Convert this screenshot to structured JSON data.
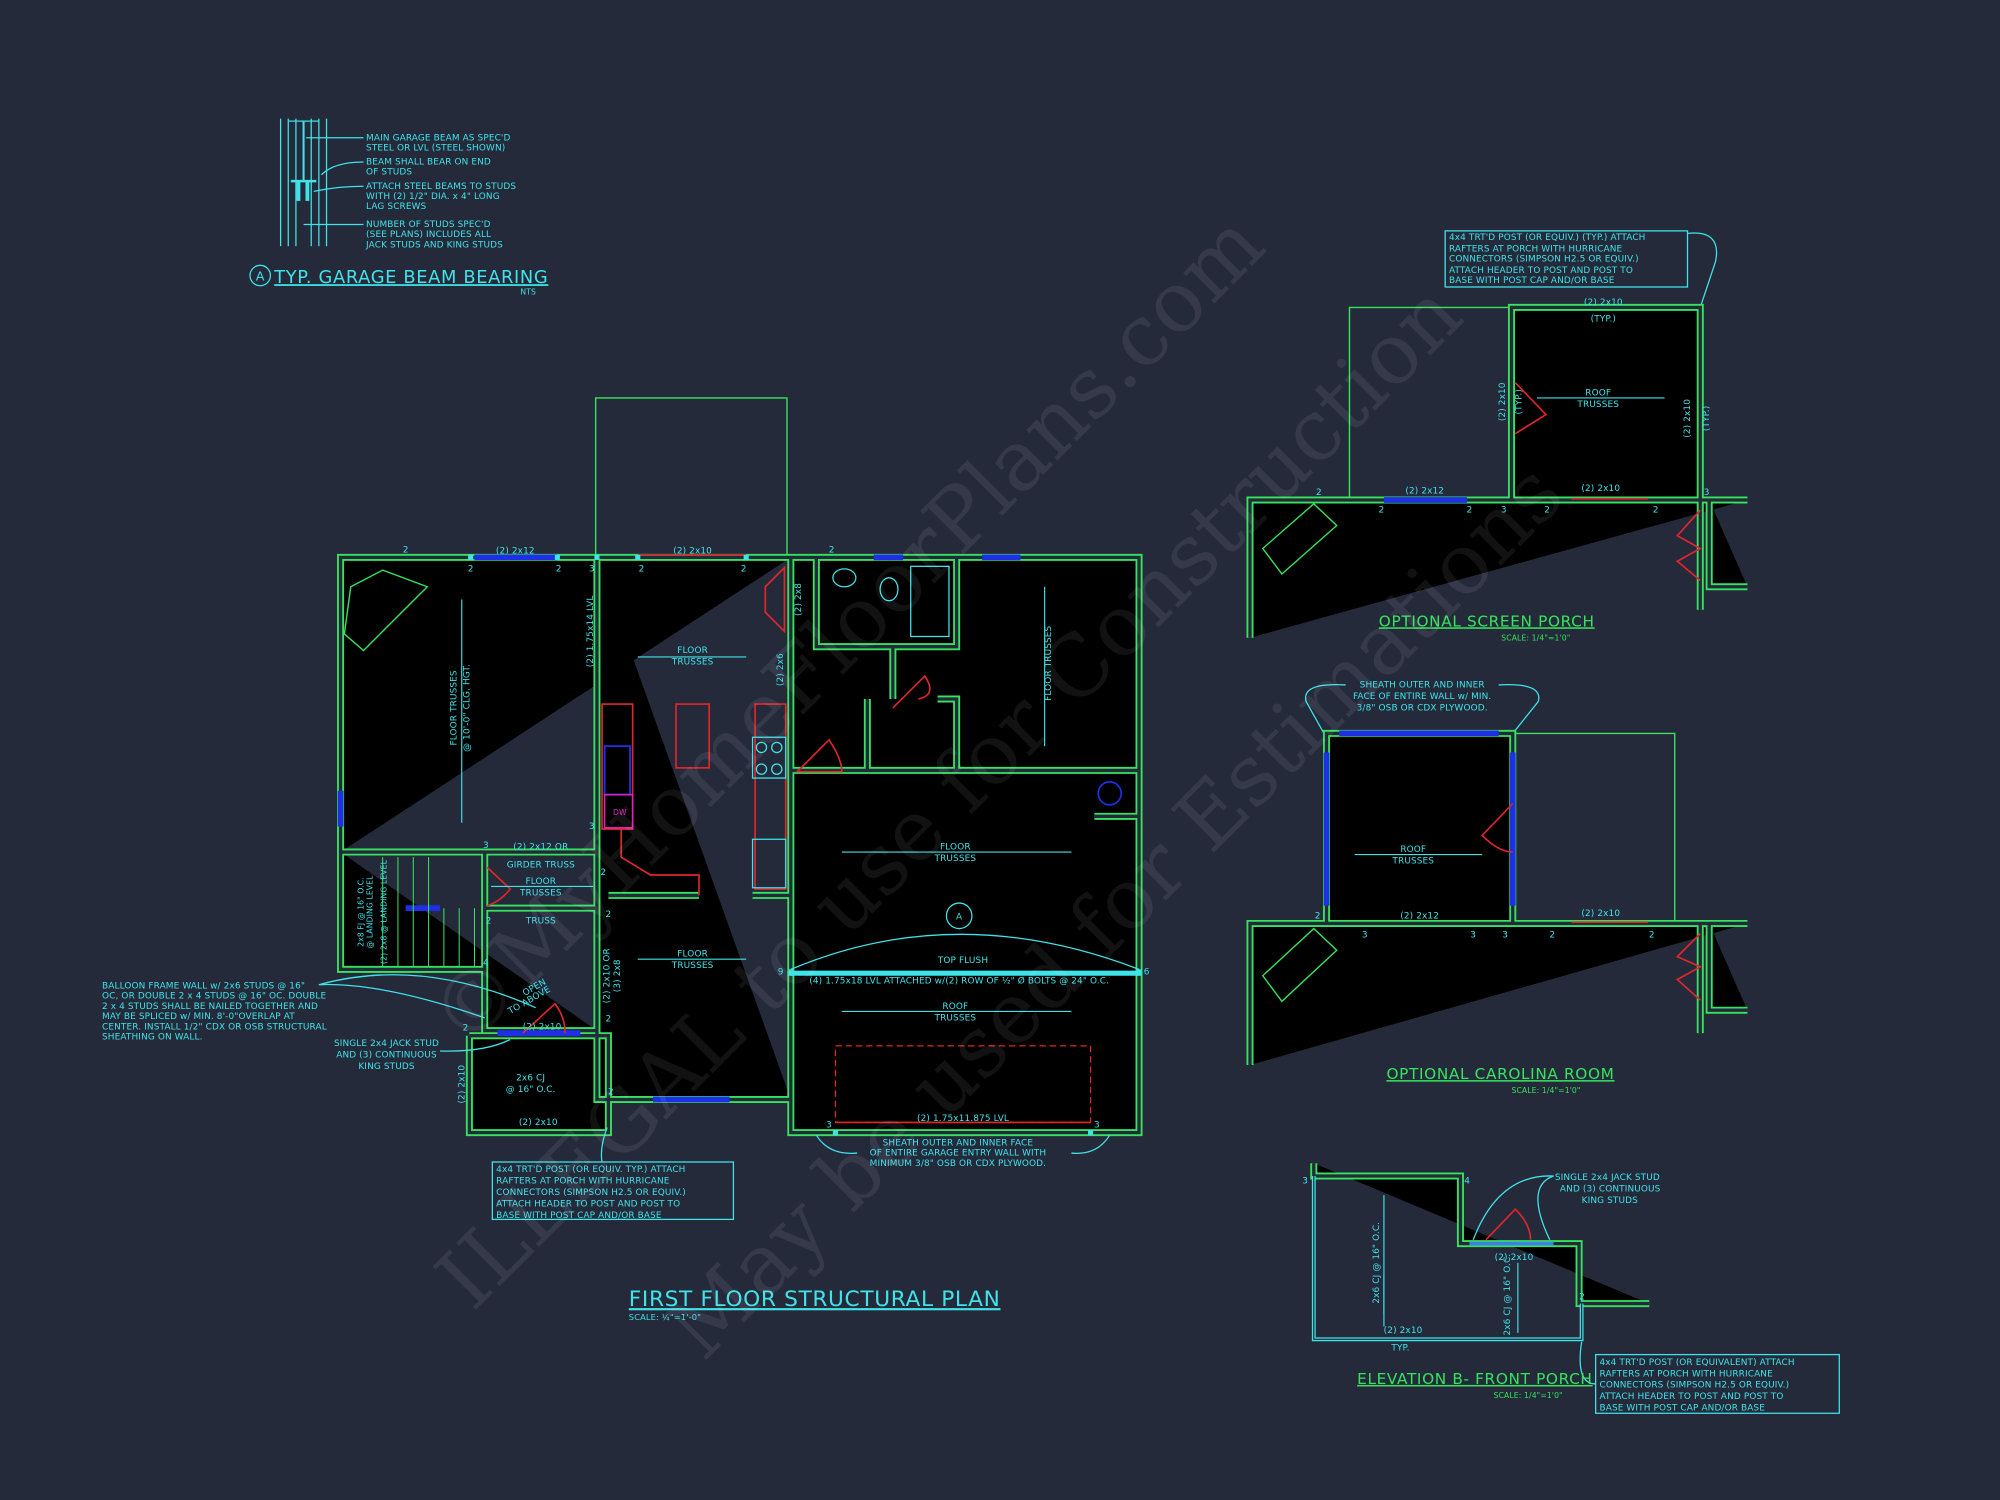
{
  "colors": {
    "background": "#252a3b",
    "walls": "#35e45c",
    "annotations": "#3fe3e8",
    "headers": "#e0262b",
    "windows": "#1f2fe6",
    "appliance": "#e020c0"
  },
  "watermark": [
    "©MyHomeFloorPlans.com",
    "ILLEGAL to use for Construction",
    "May be used for Estimations"
  ],
  "detail_a": {
    "marker": "A",
    "title": "TYP. GARAGE BEAM BEARING",
    "scale": "NTS",
    "notes": [
      [
        "MAIN GARAGE BEAM AS SPEC'D",
        "STEEL OR LVL (STEEL SHOWN)"
      ],
      [
        "BEAM SHALL BEAR ON END",
        "OF STUDS"
      ],
      [
        "ATTACH STEEL BEAMS TO STUDS",
        "WITH (2) 1/2\" DIA. x 4\" LONG",
        "LAG SCREWS"
      ],
      [
        "NUMBER OF STUDS SPEC'D",
        "(SEE PLANS) INCLUDES ALL",
        "JACK STUDS AND KING STUDS"
      ]
    ]
  },
  "first_floor": {
    "title": "FIRST FLOOR STRUCTURAL PLAN",
    "scale": "SCALE: ¼\"=1'-0\"",
    "labels": {
      "header_2x12_top": "(2) 2x12",
      "header_2x10_top": "(2) 2x10",
      "family_trusses": "FLOOR TRUSSES",
      "family_clg": "@ 10'-0\" CLG. HGT.",
      "lvl_beam": "(2) 1.75x14 LVL",
      "kitchen_trusses_1": "FLOOR",
      "kitchen_trusses_2": "TRUSSES",
      "header_2x8": "(2) 2x8",
      "header_2x6": "(2) 2x6",
      "bedroom_trusses": "FLOOR TRUSSES",
      "garage_trusses_1": "FLOOR",
      "garage_trusses_2": "TRUSSES",
      "girder_1": "(2) 2x12 OR",
      "girder_2": "GIRDER TRUSS",
      "stair_trusses_1": "FLOOR",
      "stair_trusses_2": "TRUSSES",
      "truss": "TRUSS",
      "landing_1": "2x8 FJ @ 16\" O.C.",
      "landing_2": "@ LANDING LEVEL",
      "landing_3": "(2) 2x8 @ LANDING LEVEL",
      "open_1": "OPEN",
      "open_2": "TO ABOVE",
      "header_2x10_or": "(2) 2x10 OR",
      "header_3_2x8": "(3) 2x8",
      "dining_trusses_1": "FLOOR",
      "dining_trusses_2": "TRUSSES",
      "detail_ref": "A",
      "top_flush": "TOP FLUSH",
      "garage_beam": "(4) 1.75x18 LVL ATTACHED w/(2) ROW OF ½\" Ø BOLTS @ 24\" O.C.",
      "roof_trusses_1": "ROOF",
      "roof_trusses_2": "TRUSSES",
      "porch_header": "(2) 2x10",
      "cj_1": "2x6 CJ",
      "cj_2": "@ 16\" O.C.",
      "porch_bottom": "(2) 2x10",
      "porch_side": "(2) 2x10",
      "garage_door_header": "(2) 1.75x11.875 LVL",
      "dishwasher": "DW"
    },
    "post_counts": [
      "2",
      "2",
      "2",
      "3",
      "2",
      "2",
      "2",
      "3",
      "2",
      "2",
      "3",
      "2",
      "2",
      "4",
      "2",
      "2",
      "9",
      "6",
      "3",
      "3"
    ],
    "sheath_note": [
      "SHEATH OUTER AND INNER FACE",
      "OF ENTIRE GARAGE ENTRY WALL WITH",
      "MINIMUM 3/8\" OSB OR CDX PLYWOOD."
    ],
    "balloon_note": [
      "BALLOON FRAME WALL w/ 2x6 STUDS @ 16\"",
      "OC, OR DOUBLE 2 x 4 STUDS @ 16\" OC. DOUBLE",
      "2 x 4 STUDS SHALL BE NAILED TOGETHER AND",
      "MAY BE SPLICED w/ MIN. 8'-0\"OVERLAP AT",
      "CENTER. INSTALL 1/2\" CDX OR OSB STRUCTURAL",
      "SHEATHING ON WALL."
    ],
    "jack_note": [
      "SINGLE 2x4 JACK STUD",
      "AND (3) CONTINUOUS",
      "KING STUDS"
    ],
    "post_note": [
      "4x4 TRT'D POST (OR EQUIV. TYP.) ATTACH",
      "RAFTERS AT PORCH WITH HURRICANE",
      "CONNECTORS (SIMPSON H2.5 OR EQUIV.)",
      "ATTACH HEADER TO POST AND POST TO",
      "BASE WITH POST CAP AND/OR BASE"
    ]
  },
  "screen_porch": {
    "title": "OPTIONAL SCREEN PORCH",
    "scale": "SCALE: 1/4\"=1'0\"",
    "note": [
      "4x4 TRT'D POST (OR EQUIV.) (TYP.) ATTACH",
      "RAFTERS AT PORCH WITH HURRICANE",
      "CONNECTORS (SIMPSON H2.5 OR EQUIV.)",
      "ATTACH HEADER TO POST AND POST TO",
      "BASE WITH POST CAP AND/OR BASE"
    ],
    "labels": {
      "top_header": "(2) 2x10",
      "top_typ": "(TYP.)",
      "left_header": "(2) 2x10",
      "left_typ": "(TYP.)",
      "right_header": "(2) 2x10",
      "right_typ": "(TYP.)",
      "trusses_1": "ROOF",
      "trusses_2": "TRUSSES",
      "bottom_2x12": "(2) 2x12",
      "bottom_2x10": "(2) 2x10"
    },
    "post_counts": [
      "2",
      "2",
      "2",
      "3",
      "2",
      "2",
      "3"
    ]
  },
  "carolina_room": {
    "title": "OPTIONAL CAROLINA ROOM",
    "scale": "SCALE: 1/4\"=1'0\"",
    "note": [
      "SHEATH OUTER AND INNER",
      "FACE OF ENTIRE WALL w/ MIN.",
      "3/8\" OSB OR CDX PLYWOOD."
    ],
    "labels": {
      "trusses_1": "ROOF",
      "trusses_2": "TRUSSES",
      "bottom_2x12": "(2) 2x12",
      "bottom_2x10": "(2) 2x10"
    },
    "post_counts": [
      "2",
      "3",
      "3",
      "3",
      "2",
      "2"
    ]
  },
  "front_porch": {
    "title": "ELEVATION B- FRONT PORCH",
    "scale": "SCALE: 1/4\"=1'0\"",
    "jack_note": [
      "SINGLE 2x4 JACK STUD",
      "AND (3) CONTINUOUS",
      "KING STUDS"
    ],
    "post_note": [
      "4x4 TRT'D POST (OR EQUIVALENT) ATTACH",
      "RAFTERS AT PORCH WITH HURRICANE",
      "CONNECTORS (SIMPSON H2.5 OR EQUIV.)",
      "ATTACH HEADER TO POST AND POST TO",
      "BASE WITH POST CAP AND/OR BASE"
    ],
    "labels": {
      "door_header": "(2) 2x10",
      "cj_left": "2x6 CJ @ 16\" O.C.",
      "cj_right": "2x6 CJ @ 16\" O.C.",
      "bottom_header": "(2) 2x10",
      "typ": "TYP."
    },
    "post_counts": [
      "3",
      "4",
      "2"
    ]
  }
}
